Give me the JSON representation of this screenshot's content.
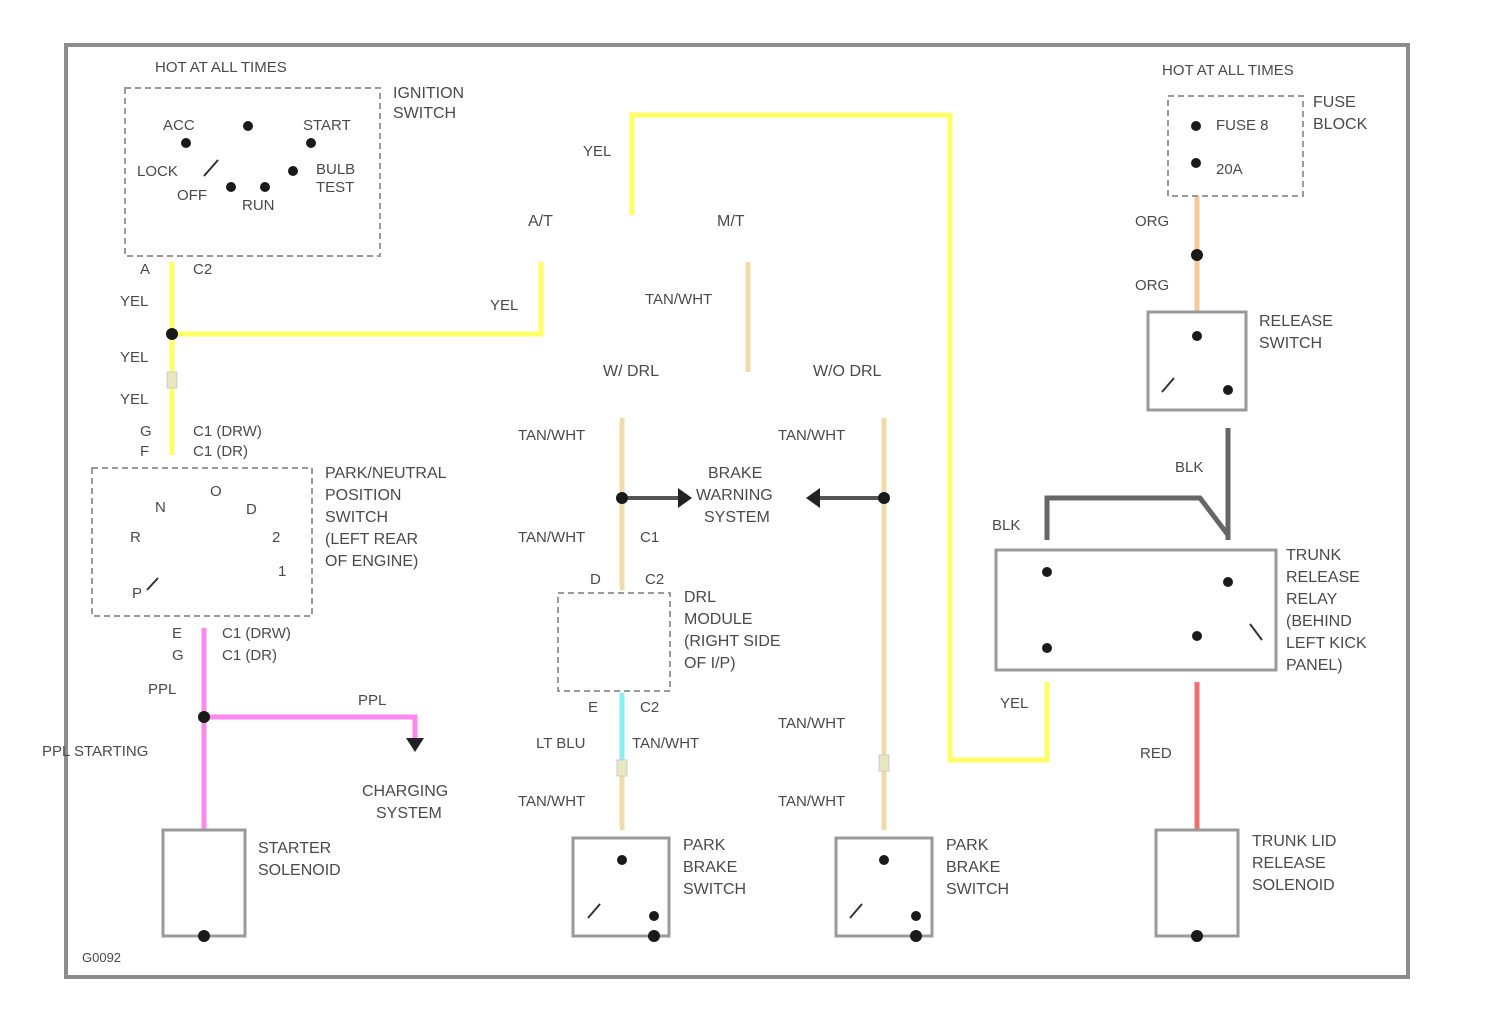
{
  "frame": {
    "code": "G0092"
  },
  "colors": {
    "yellow": "#ffff66",
    "orange": "#f6c89a",
    "tan": "#efdcaa",
    "pink": "#ff88ee",
    "lightblue": "#88f0f0",
    "red": "#f07070",
    "black": "#666666"
  },
  "ignition": {
    "hot": "HOT AT ALL TIMES",
    "name1": "IGNITION",
    "name2": "SWITCH",
    "acc": "ACC",
    "start": "START",
    "lock": "LOCK",
    "bulb1": "BULB",
    "bulb2": "TEST",
    "off": "OFF",
    "run": "RUN",
    "pin_a": "A",
    "conn_c2": "C2"
  },
  "wires": {
    "yel": "YEL",
    "org": "ORG",
    "blk": "BLK",
    "ppl": "PPL",
    "ppl_starting": "PPL STARTING",
    "red": "RED",
    "ltblu": "LT BLU",
    "tan_wht": "TAN/WHT"
  },
  "transmission": {
    "at": "A/T",
    "mt": "M/T"
  },
  "drl": {
    "with": "W/ DRL",
    "without": "W/O DRL"
  },
  "pnp": {
    "pin_g": "G",
    "pin_f": "F",
    "c1_drw": "C1 (DRW)",
    "c1_dr": "C1 (DR)",
    "name": [
      "PARK/NEUTRAL",
      "POSITION",
      "SWITCH",
      "(LEFT REAR",
      "OF ENGINE)"
    ],
    "pos_n": "N",
    "pos_r": "R",
    "pos_p": "P",
    "pos_d": "D",
    "pos_2": "2",
    "pos_1": "1",
    "pos_top": "O",
    "pin_e": "E",
    "pin_g2": "G",
    "c1_drw2": "C1 (DRW)",
    "c1_dr2": "C1 (DR)"
  },
  "brake_warning": [
    "BRAKE",
    "WARNING",
    "SYSTEM"
  ],
  "drl_module": {
    "c1": "C1",
    "pin_d": "D",
    "c2": "C2",
    "name": [
      "DRL",
      "MODULE",
      "(RIGHT SIDE",
      "OF I/P)"
    ],
    "pin_e": "E",
    "c2b": "C2"
  },
  "charging": [
    "CHARGING",
    "SYSTEM"
  ],
  "starter": [
    "STARTER",
    "SOLENOID"
  ],
  "park_brake": [
    "PARK",
    "BRAKE",
    "SWITCH"
  ],
  "fuse": {
    "hot": "HOT AT ALL TIMES",
    "name1": "FUSE",
    "name2": "BLOCK",
    "fuse": "FUSE 8",
    "amp": "20A"
  },
  "release_switch": [
    "RELEASE",
    "SWITCH"
  ],
  "relay": [
    "TRUNK",
    "RELEASE",
    "RELAY",
    "(BEHIND",
    "LEFT KICK",
    "PANEL)"
  ],
  "solenoid": [
    "TRUNK LID",
    "RELEASE",
    "SOLENOID"
  ]
}
